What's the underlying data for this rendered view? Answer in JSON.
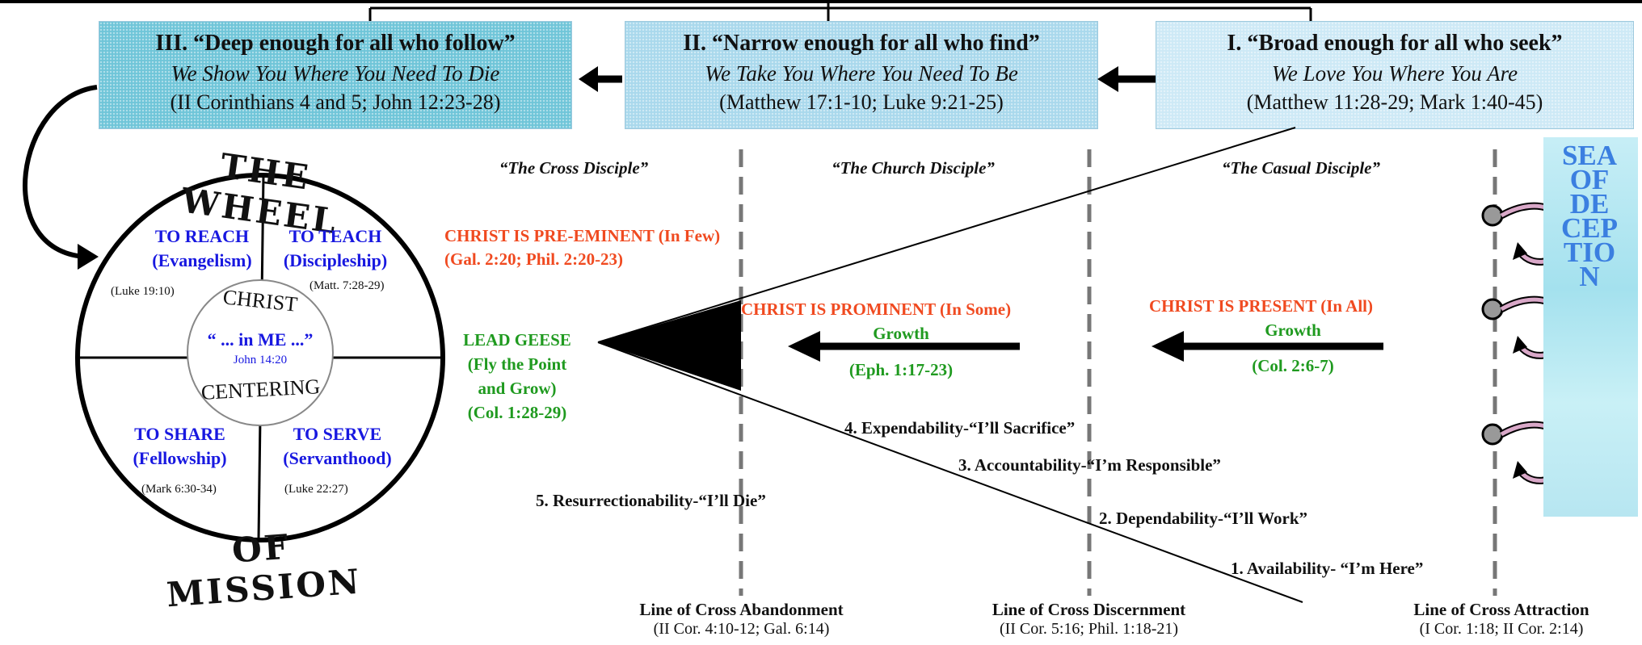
{
  "boxes": [
    {
      "title": "III. “Deep enough for all who follow”",
      "subtitle": "We Show You Where You Need To Die",
      "refs": "(II Corinthians 4 and 5; John 12:23-28)"
    },
    {
      "title": "II. “Narrow enough for all who find”",
      "subtitle": "We Take You Where You Need To Be",
      "refs": "(Matthew 17:1-10; Luke 9:21-25)"
    },
    {
      "title": "I. “Broad enough for all who seek”",
      "subtitle": "We Love You Where You Are",
      "refs": "(Matthew 11:28-29; Mark 1:40-45)"
    }
  ],
  "disciples": [
    "“The Cross Disciple”",
    "“The Church Disciple”",
    "“The Casual Disciple”"
  ],
  "wheel": {
    "top_title": "THE WHEEL",
    "bottom_title": "OF MISSION",
    "quadrants": [
      {
        "label": "TO REACH",
        "sub": "(Evangelism)",
        "ref": "(Luke 19:10)"
      },
      {
        "label": "TO TEACH",
        "sub": "(Discipleship)",
        "ref": "(Matt. 7:28-29)"
      },
      {
        "label": "TO SHARE",
        "sub": "(Fellowship)",
        "ref": "(Mark 6:30-34)"
      },
      {
        "label": "TO SERVE",
        "sub": "(Servanthood)",
        "ref": "(Luke 22:27)"
      }
    ],
    "center_top": "CHRIST",
    "center_quote": "“ ... in ME ...”",
    "center_ref": "John 14:20",
    "center_bottom": "CENTERING"
  },
  "christ_preeminent": {
    "line1": "CHRIST IS PRE-EMINENT (In Few)",
    "line2": "(Gal. 2:20; Phil. 2:20-23)"
  },
  "christ_prominent": {
    "line1": "CHRIST IS PROMINENT (In Some)",
    "growth": "Growth",
    "ref": "(Eph. 1:17-23)"
  },
  "christ_present": {
    "line1": "CHRIST IS PRESENT (In All)",
    "growth": "Growth",
    "ref": "(Col. 2:6-7)"
  },
  "lead_geese": [
    "LEAD GEESE",
    "(Fly the Point",
    "and Grow)",
    "(Col. 1:28-29)"
  ],
  "steps": [
    "4. Expendability-“I’ll Sacrifice”",
    "3. Accountability-“I’m Responsible”",
    "5. Resurrectionability-“I’ll Die”",
    "2. Dependability-“I’ll Work”",
    "1. Availability- “I’m Here”"
  ],
  "lines": [
    {
      "label": "Line of Cross Abandonment",
      "ref": "(II Cor. 4:10-12; Gal. 6:14)"
    },
    {
      "label": "Line of Cross Discernment",
      "ref": "(II Cor. 5:16; Phil. 1:18-21)"
    },
    {
      "label": "Line of Cross Attraction",
      "ref": "(I Cor. 1:18; II Cor. 2:14)"
    }
  ],
  "sea": "SEA OF DECEPTION",
  "colors": {
    "box1": "#6fc5d8",
    "box2": "#a9d8ec",
    "box3": "#cde9f6",
    "red": "#f04a20",
    "green": "#1f9a1f",
    "blue": "#1818e0"
  }
}
